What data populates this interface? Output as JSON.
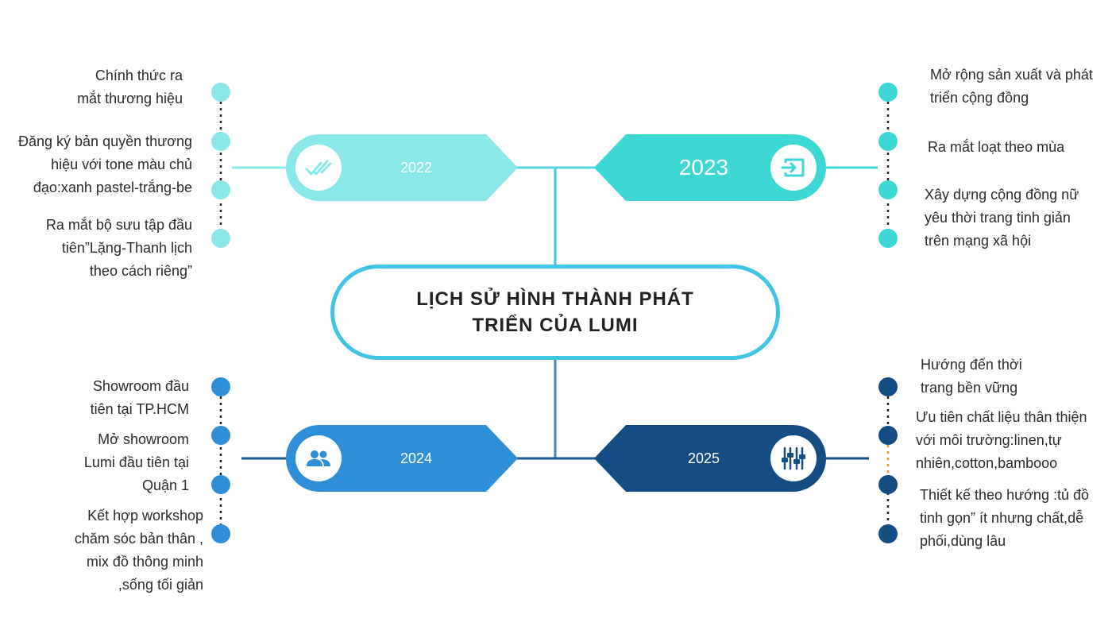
{
  "title": "LỊCH SỬ HÌNH THÀNH PHÁT\nTRIỂN CỦA LUMI",
  "colors": {
    "y2022": "#8ae8e8",
    "y2023": "#3ed8d4",
    "y2024": "#2e8fd8",
    "y2025": "#164c84",
    "center": "#40c4e4",
    "accent_dot": "#e0902c"
  },
  "milestones": [
    {
      "year": "2022",
      "icon": "double-check-icon",
      "notes": [
        "Chính thức ra\nmắt thương hiệu",
        "Đăng ký bản quyền thương\nhiệu  với tone màu chủ\nđạo:xanh pastel-trắng-be",
        "Ra mắt bộ sưu tập đầu\ntiên”Lặng-Thanh lịch\ntheo cách riêng”"
      ]
    },
    {
      "year": "2023",
      "icon": "sign-in-icon",
      "notes": [
        "Mở rộng sản xuất và phát\ntriển cộng đồng",
        "Ra mắt loạt theo mùa",
        "Xây dựng cộng đồng nữ\nyêu thời trang tinh giản\ntrên mạng xã hội"
      ]
    },
    {
      "year": "2024",
      "icon": "users-icon",
      "notes": [
        "Showroom đầu\ntiên tại TP.HCM",
        "Mở showroom\nLumi đầu tiên tại\nQuận 1",
        "Kết hợp workshop\nchăm sóc bản thân ,\nmix đồ thông minh\n,sống tối giản"
      ]
    },
    {
      "year": "2025",
      "icon": "sliders-icon",
      "notes": [
        "Hướng đến thời\ntrang bền vững",
        "Ưu tiên chất liệu thân thiện\nvới môi trường:linen,tự\nnhiên,cotton,bambooo",
        "Thiết kế theo hướng :tủ đồ\ntinh gọn” ít nhưng chất,dễ\nphối,dùng lâu"
      ]
    }
  ]
}
